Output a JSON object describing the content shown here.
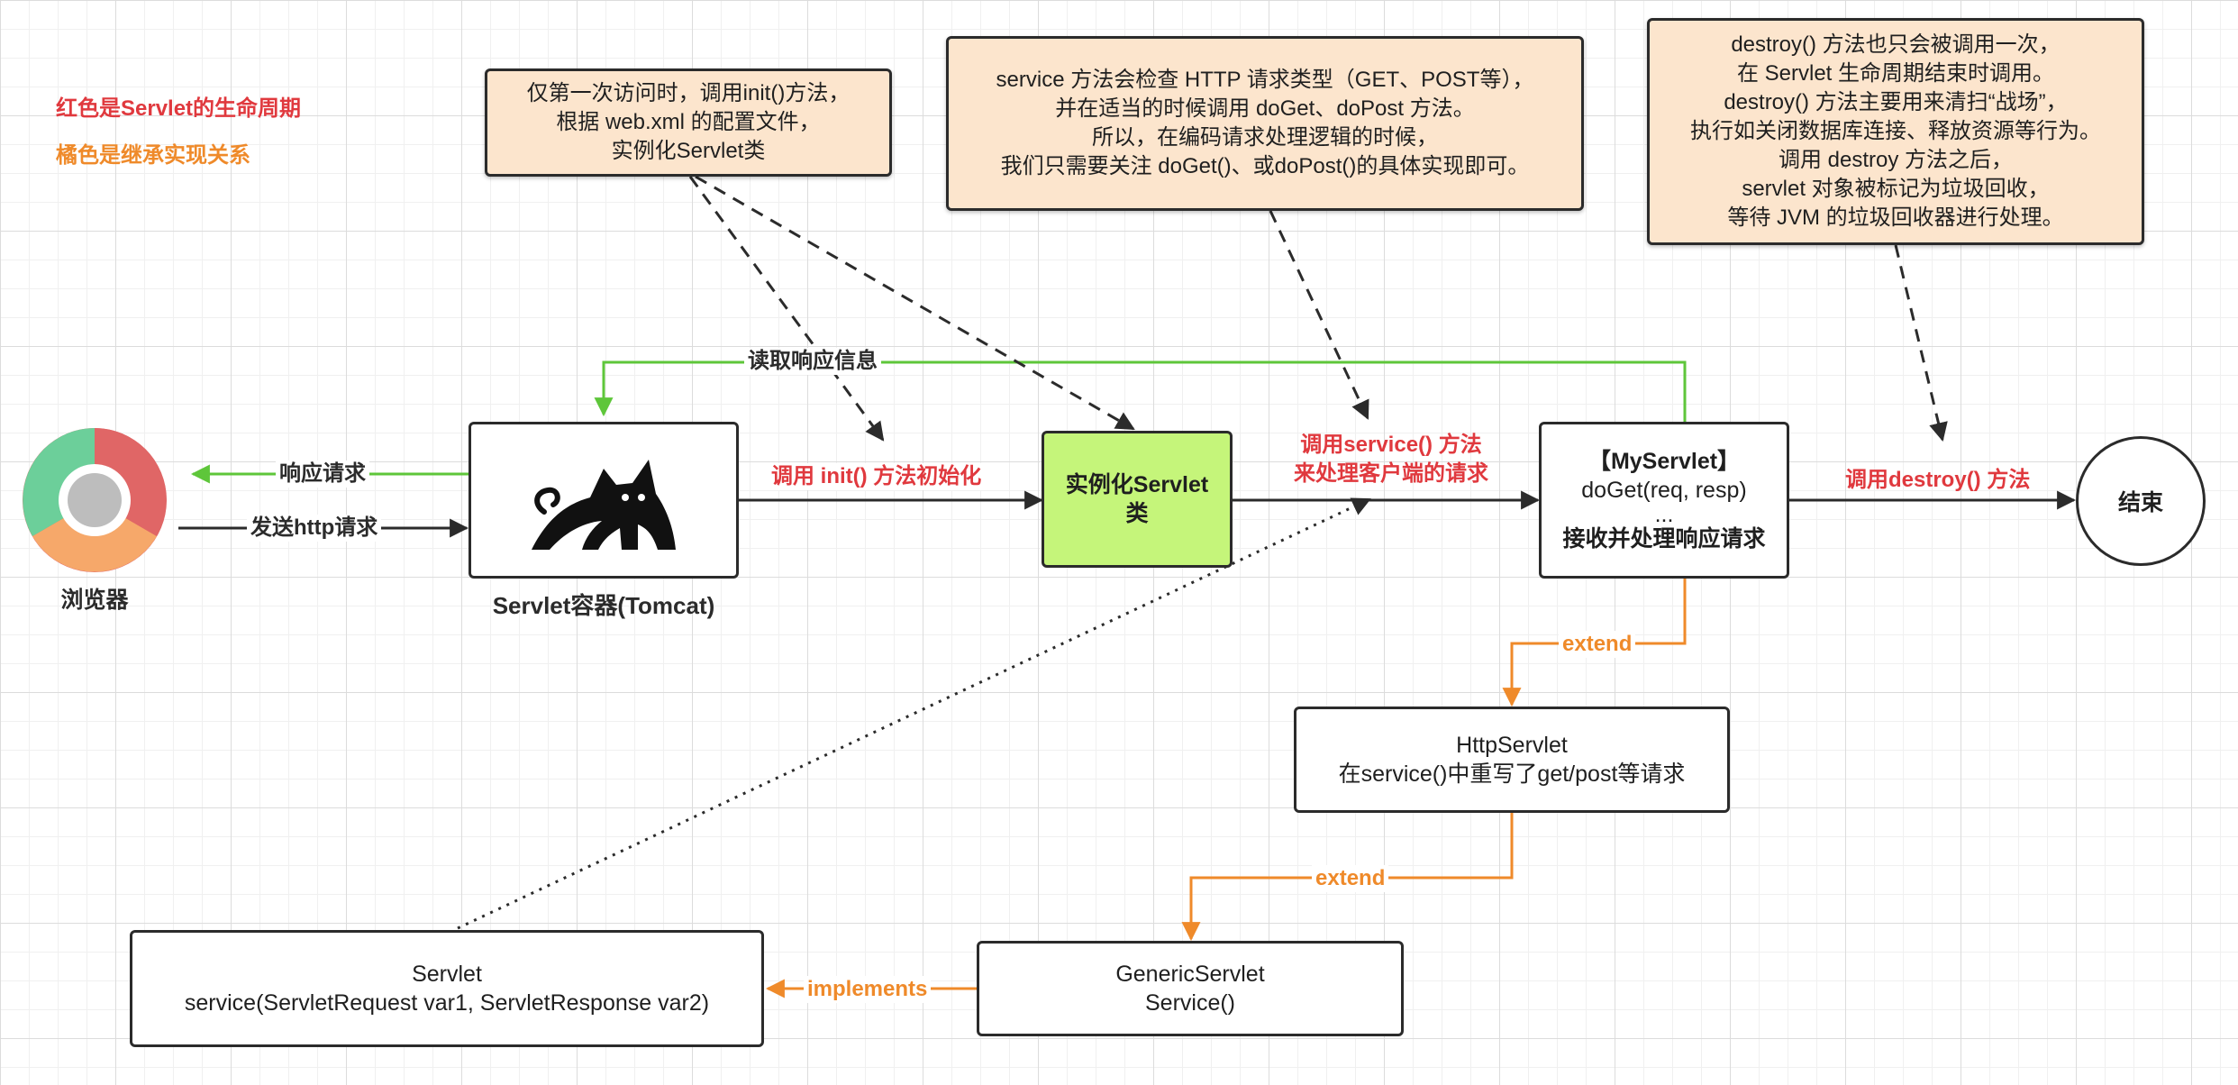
{
  "legend": {
    "red": "红色是Servlet的生命周期",
    "orange": "橘色是继承实现关系"
  },
  "browser": {
    "label": "浏览器"
  },
  "tomcat": {
    "label": "Servlet容器(Tomcat)"
  },
  "nodes": {
    "instantiate": {
      "lines": [
        "实例化Servlet",
        "类"
      ]
    },
    "myservlet": {
      "lines": [
        "【MyServlet】",
        "doGet(req, resp)",
        "...",
        "接收并处理响应请求"
      ]
    },
    "end": {
      "label": "结束"
    },
    "httpservlet": {
      "lines": [
        "HttpServlet",
        "在service()中重写了get/post等请求"
      ]
    },
    "genericservlet": {
      "lines": [
        "GenericServlet",
        "Service()"
      ]
    },
    "servlet": {
      "lines": [
        "Servlet",
        "service(ServletRequest var1, ServletResponse var2)"
      ]
    }
  },
  "notes": {
    "init": {
      "lines": [
        "仅第一次访问时，调用init()方法，",
        "根据 web.xml 的配置文件，",
        "实例化Servlet类"
      ]
    },
    "service": {
      "lines": [
        "service 方法会检查 HTTP 请求类型（GET、POST等），",
        "并在适当的时候调用 doGet、doPost 方法。",
        "所以，在编码请求处理逻辑的时候，",
        "我们只需要关注 doGet()、或doPost()的具体实现即可。"
      ]
    },
    "destroy": {
      "lines": [
        "destroy() 方法也只会被调用一次，",
        "在 Servlet 生命周期结束时调用。",
        "destroy() 方法主要用来清扫“战场”，",
        "执行如关闭数据库连接、释放资源等行为。",
        "调用 destroy 方法之后，",
        "servlet 对象被标记为垃圾回收，",
        "等待 JVM 的垃圾回收器进行处理。"
      ]
    }
  },
  "edges": {
    "read_response": "读取响应信息",
    "respond": "响应请求",
    "send_http": "发送http请求",
    "call_init": "调用 init() 方法初始化",
    "call_service": [
      "调用service() 方法",
      "来处理客户端的请求"
    ],
    "call_destroy": "调用destroy() 方法",
    "extend1": "extend",
    "extend2": "extend",
    "implements": "implements"
  },
  "colors": {
    "red": "#e0393e",
    "orange": "#ef8a2a",
    "green": "#5ec63a",
    "instantiate_fill": "#c5f57a",
    "note_fill": "#fce5cd",
    "grid": "#dcdcdc"
  },
  "icons": {
    "browser": "chrome-logo-icon",
    "tomcat": "tomcat-cat-icon"
  }
}
